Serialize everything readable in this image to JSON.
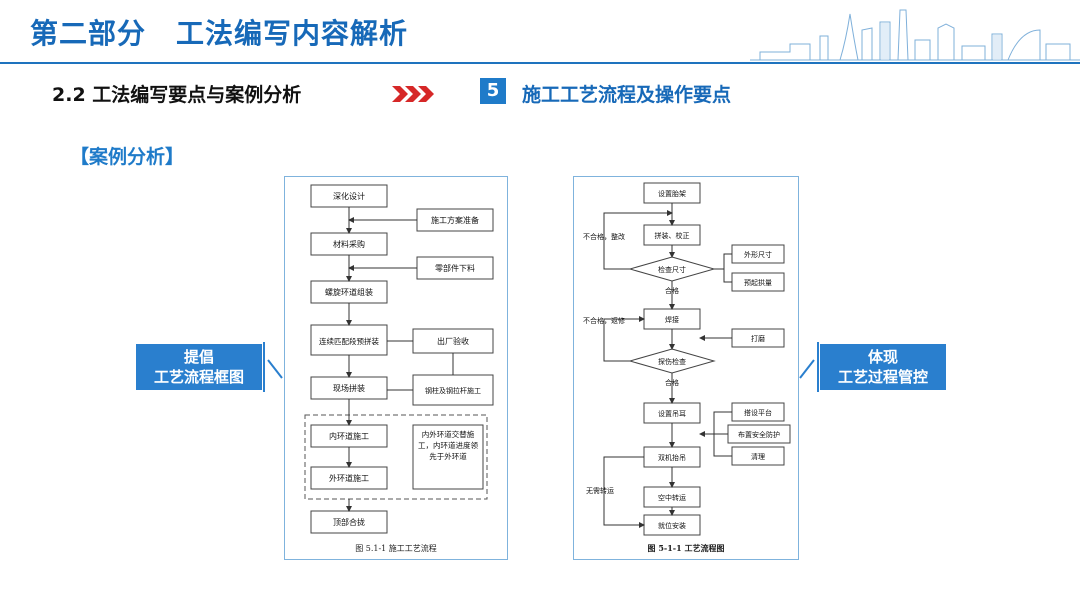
{
  "header": {
    "title_part": "第二部分",
    "title_main": "工法编写内容解析"
  },
  "subheader": {
    "section": "2.2  工法编写要点与案例分析",
    "badge": "5",
    "topic": "施工工艺流程及操作要点"
  },
  "case_title": "【案例分析】",
  "callouts": {
    "left_line1": "提倡",
    "left_line2": "工艺流程框图",
    "right_line1": "体现",
    "right_line2": "工艺过程管控"
  },
  "colors": {
    "brand_blue": "#1769b8",
    "callout_blue": "#2a7fce",
    "chevron_red": "#d62828"
  },
  "diagram1": {
    "steps": [
      "深化设计",
      "材料采购",
      "螺旋环道组装",
      "连续匹配段预拼装",
      "现场拼装",
      "内环道施工",
      "外环道施工",
      "顶部合拢"
    ],
    "side": [
      "施工方案准备",
      "零部件下料",
      "出厂验收",
      "钢柱及钢拉杆施工",
      "内外环道交替施工，内环道进度领先于外环道"
    ],
    "caption": "图 5.1-1  施工工艺流程"
  },
  "diagram2": {
    "steps": [
      "设置胎架",
      "拼装、校正",
      "检查尺寸",
      "焊接",
      "探伤检查",
      "设置吊耳",
      "双机抬吊",
      "空中转运",
      "就位安装"
    ],
    "side": [
      "外形尺寸",
      "预起拱量",
      "打磨",
      "搭设平台",
      "布置安全防护",
      "清理"
    ],
    "labels": [
      "不合格，整改",
      "合格",
      "不合格，返修",
      "合格",
      "无需转运"
    ],
    "caption": "图 5-1-1 工艺流程图"
  }
}
